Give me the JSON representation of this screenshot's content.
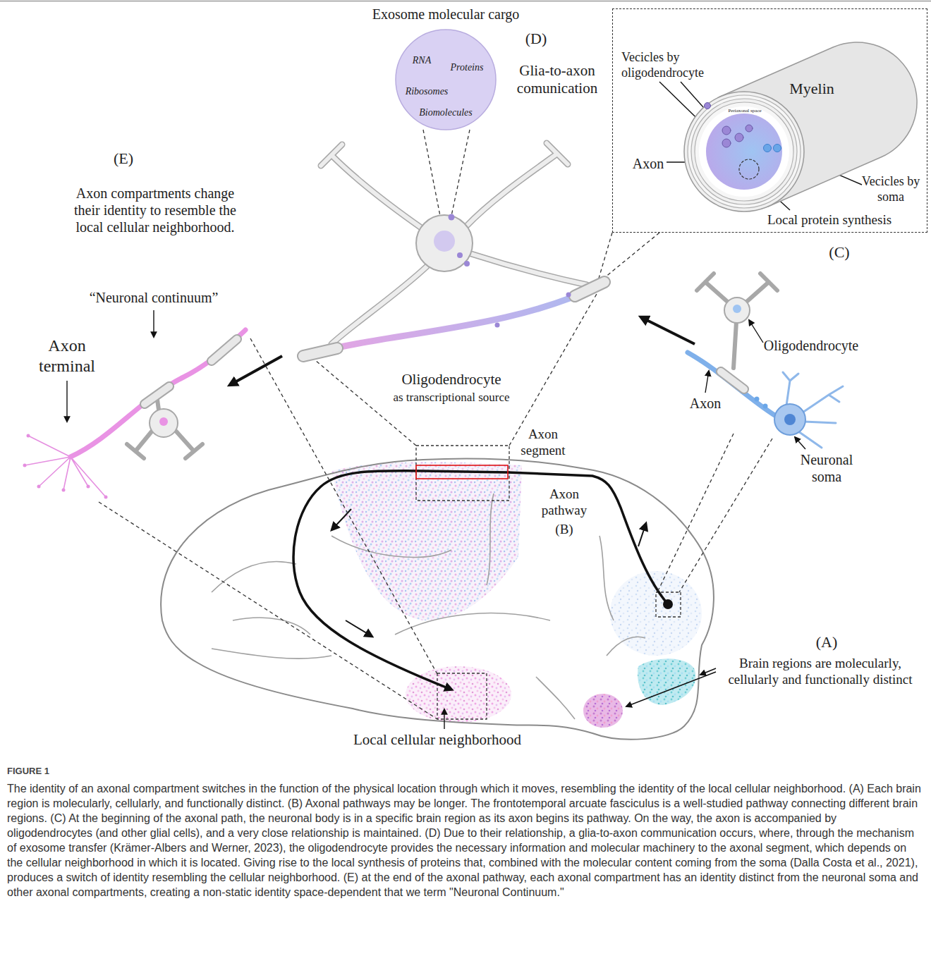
{
  "diagram": {
    "caption": "The identity of an axonal compartment switches in the function of the physical location through which it moves, resembling the identity of the local cellular neighborhood. (A) Each brain region is molecularly, cellularly, and functionally distinct. (B) Axonal pathways may be longer. The frontotemporal arcuate fasciculus is a well-studied pathway connecting different brain regions. (C) At the beginning of the axonal path, the neuronal body is in a specific brain region as its axon begins its pathway. On the way, the axon is accompanied by oligodendrocytes (and other glial cells), and a very close relationship is maintained. (D) Due to their relationship, a glia-to-axon communication occurs, where, through the mechanism of exosome transfer (Krämer-Albers and Werner, 2023), the oligodendrocyte provides the necessary information and molecular machinery to the axonal segment, which depends on the cellular neighborhood in which it is located. Giving rise to the local synthesis of proteins that, combined with the molecular content coming from the soma (Dalla Costa et al., 2021), produces a switch of identity resembling the cellular neighborhood. (E) at the end of the axonal pathway, each axonal compartment has an identity distinct from the neuronal soma and other axonal compartments, creating a non-static identity space-dependent that we term \"Neuronal Continuum.\"",
    "nodes": [
      {
        "text": [
          "Exosome molecular cargo",
          "RNA",
          "Proteins",
          "Ribosomes",
          "Biomolecules"
        ]
      },
      {
        "text": [
          "Vecicles by oligodendrocyte",
          "Myelin",
          "Periaxonal space",
          "Axon",
          "Vecicles by soma",
          "Local protein synthesis"
        ]
      }
    ],
    "labels": [
      "(D)",
      "Glia-to-axon comunication",
      "(E)",
      "Axon compartments change their identity to resemble the local cellular neighborhood.",
      "“Neuronal continuum”",
      "Axon terminal",
      "Oligodendrocyte",
      "as transcriptional source",
      "Axon segment",
      "Axon pathway",
      "(B)",
      "(C)",
      "Oligodendrocyte",
      "Axon",
      "Neuronal soma",
      "(A)",
      "Brain regions are molecularly, cellularly and functionally distinct",
      "Local cellular neighborhood",
      "FIGURE 1"
    ]
  }
}
